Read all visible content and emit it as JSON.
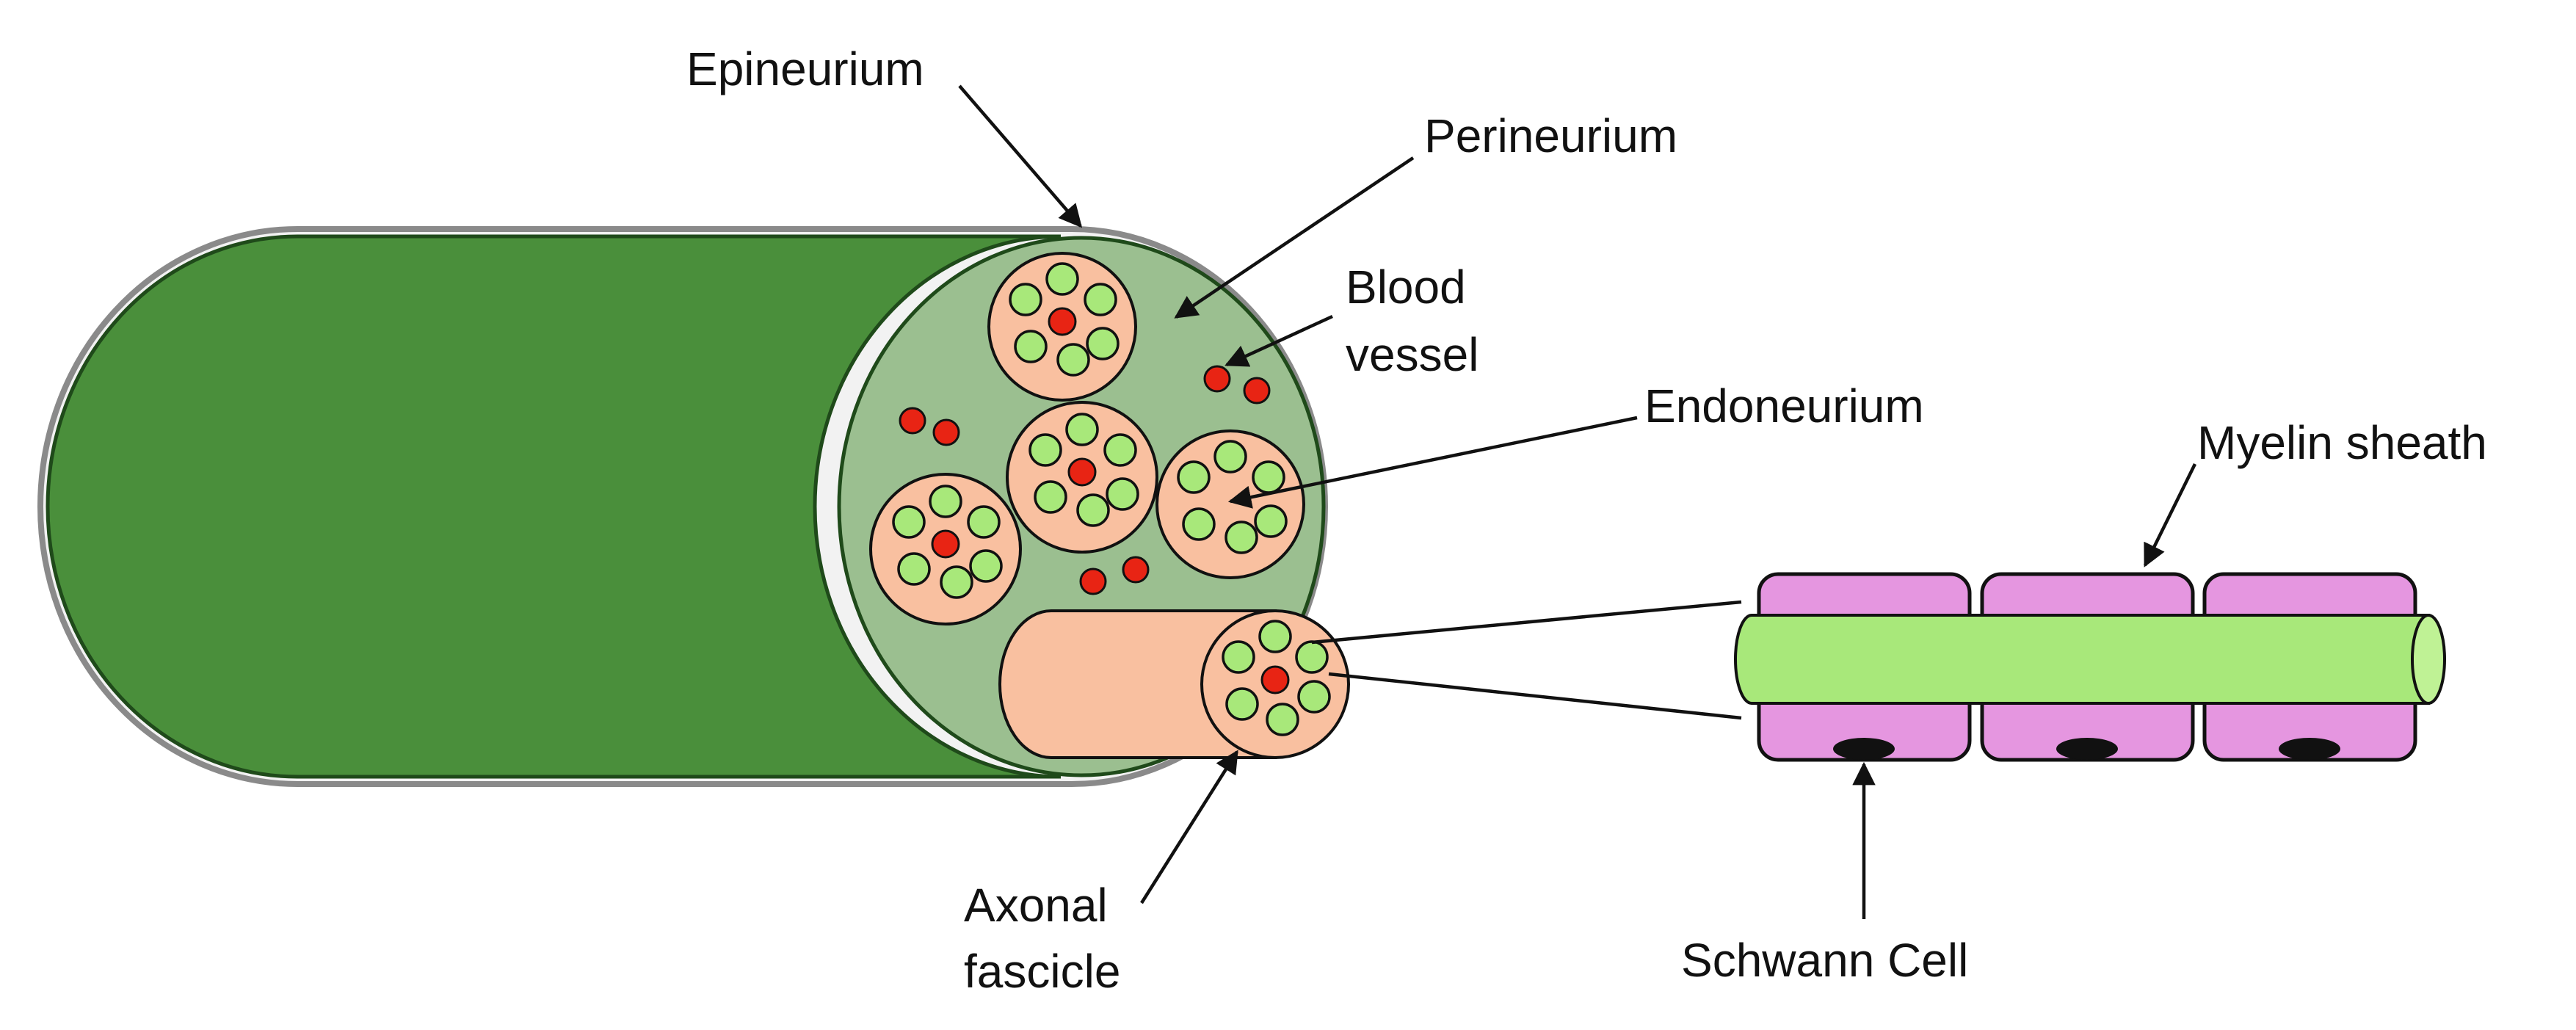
{
  "labels": {
    "epineurium": "Epineurium",
    "perineurium": "Perineurium",
    "blood_vessel_line1": "Blood",
    "blood_vessel_line2": "vessel",
    "endoneurium": "Endoneurium",
    "myelin_sheath": "Myelin sheath",
    "axonal_fascicle_line1": "Axonal",
    "axonal_fascicle_line2": "fascicle",
    "schwann_cell": "Schwann Cell"
  },
  "colors": {
    "nerve_body": "#4a8f3b",
    "nerve_outline": "#1f4a1a",
    "epineurium_rim": "#8a8a8a",
    "cross_section": "#9bbf90",
    "fascicle": "#f9c0a0",
    "axon": "#a8e87a",
    "blood_vessel": "#e82414",
    "schwann_cell": "#e596e0",
    "nucleus": "#111111"
  },
  "icons": {
    "arrowhead": "filled-triangle-arrowhead"
  }
}
